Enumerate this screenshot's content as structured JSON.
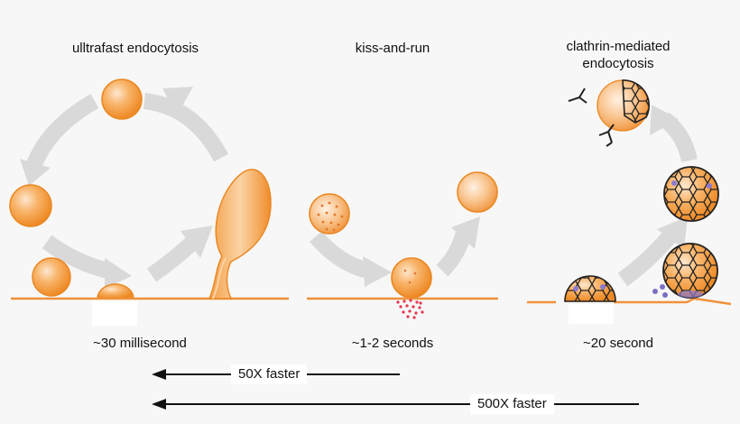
{
  "panels": {
    "ultrafast": {
      "title": "ulltrafast endocytosis",
      "timing": "~30 millisecond"
    },
    "kiss_and_run": {
      "title": "kiss-and-run",
      "timing": "~1-2 seconds"
    },
    "clathrin": {
      "title_line1": "clathrin-mediated",
      "title_line2": "endocytosis",
      "timing": "~20 second"
    }
  },
  "comparisons": [
    {
      "label": "50X faster"
    },
    {
      "label": "500X faster"
    }
  ],
  "colors": {
    "vesicle_orange": "#f59a3a",
    "membrane": "#f0913a",
    "cycle_arrow": "#d9d9d9",
    "cargo_red": "#e8344e",
    "adaptor_purple": "#7b6fc4",
    "clathrin_cage": "#222222"
  },
  "icons": [
    "ultrafast-cycle-arrows-icon",
    "kiss-and-run-arrows-icon",
    "clathrin-cage-icon",
    "direction-arrow-icon"
  ]
}
